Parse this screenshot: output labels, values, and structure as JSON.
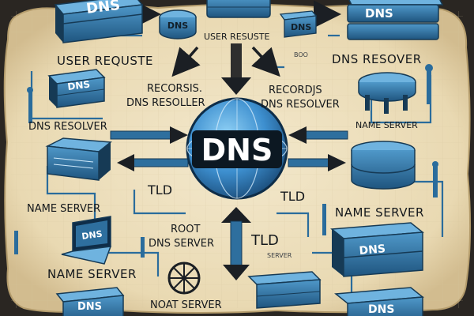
{
  "center": {
    "label": "DNS"
  },
  "server_icon_labels": {
    "top_left": "DNS",
    "top_center": "DNS",
    "top_right": "DNS",
    "mid_left": "DNS",
    "laptop": "DNS",
    "bottom_left": "DNS",
    "bottom_right_upper": "DNS",
    "bottom_right_lower": "DNS"
  },
  "labels": {
    "user_request_top": "USER RESUSTE",
    "user_request_left": "USER REQUSTE",
    "dns_resover_top_right": "DNS RESOVER",
    "recursive_left_line1": "RECORSIS.",
    "recursive_left_line2": "DNS RESOLLER",
    "recursive_right_line1": "RECORDJS",
    "recursive_right_line2": "DNS RESOLVER",
    "dns_resolver_left": "DNS RESOLVER",
    "name_server_right": "NAME SERVER",
    "tld_left": "TLD",
    "tld_right": "TLD",
    "name_server_left": "NAME SERVER",
    "name_server_right_lower": "NAME SERVER",
    "root_line1": "ROOT",
    "root_line2": "DNS SERVER",
    "tld_bottom": "TLD",
    "name_server_bottom_left": "NAME SERVER",
    "noat_server": "NOAT SERVER",
    "server_small": "SERVER",
    "tiny_boo": "BOO"
  },
  "colors": {
    "parchment": "#efe3c4",
    "parchment_edge": "#c9b48a",
    "backdrop": "#2a2622",
    "server_blue": "#2e6f9e",
    "server_dark": "#163a55",
    "server_light": "#6fb3df",
    "arrow": "#1b1f24",
    "arrow_blue": "#2a6c9c",
    "globe": "#3d8fcf"
  }
}
